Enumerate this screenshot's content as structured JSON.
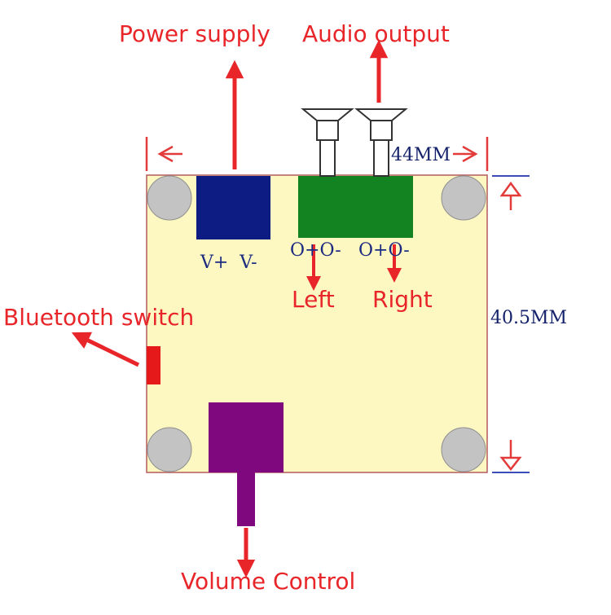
{
  "labels": {
    "power_supply": "Power supply",
    "audio_output": "Audio output",
    "bluetooth_switch": "Bluetooth switch",
    "volume_control": "Volume Control",
    "left": "Left",
    "right": "Right",
    "power_terminals": "V+  V-",
    "left_terminals": "O+O-",
    "right_terminals": "O+O-",
    "width_dim": "44MM",
    "height_dim": "40.5MM"
  },
  "colors": {
    "board": "#fdf8c2",
    "board_border": "#b35a5a",
    "hole": "#c3c3c3",
    "power_block": "#0c1c82",
    "audio_block": "#138220",
    "volume_block": "#80087e",
    "switch": "#e51919",
    "arrow": "#e8262a",
    "dim_marker": "#e33a3a",
    "dim_line": "#3a4db8"
  }
}
